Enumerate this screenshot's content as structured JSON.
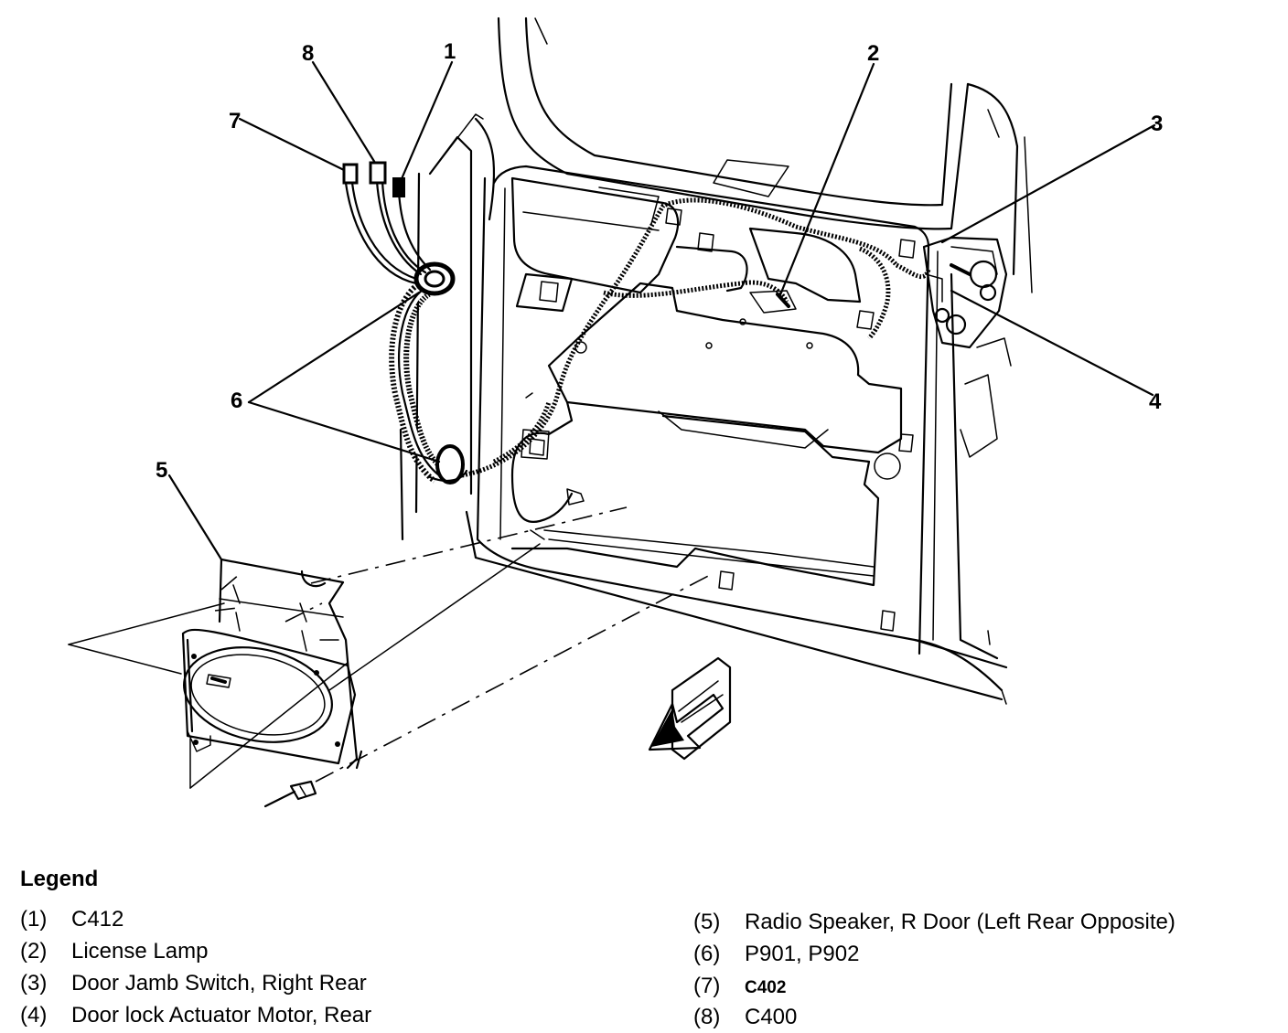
{
  "callouts": [
    "1",
    "2",
    "3",
    "4",
    "5",
    "6",
    "7",
    "8"
  ],
  "legend": {
    "title": "Legend",
    "items": [
      {
        "num": "(1)",
        "label": "C412"
      },
      {
        "num": "(2)",
        "label": "License Lamp"
      },
      {
        "num": "(3)",
        "label": "Door Jamb Switch, Right Rear"
      },
      {
        "num": "(4)",
        "label": "Door lock Actuator Motor, Rear"
      },
      {
        "num": "(5)",
        "label": "Radio Speaker, R Door (Left Rear Opposite)"
      },
      {
        "num": "(6)",
        "label": "P901, P902"
      },
      {
        "num": "(7)",
        "label": "C402"
      },
      {
        "num": "(8)",
        "label": "C400"
      }
    ]
  }
}
